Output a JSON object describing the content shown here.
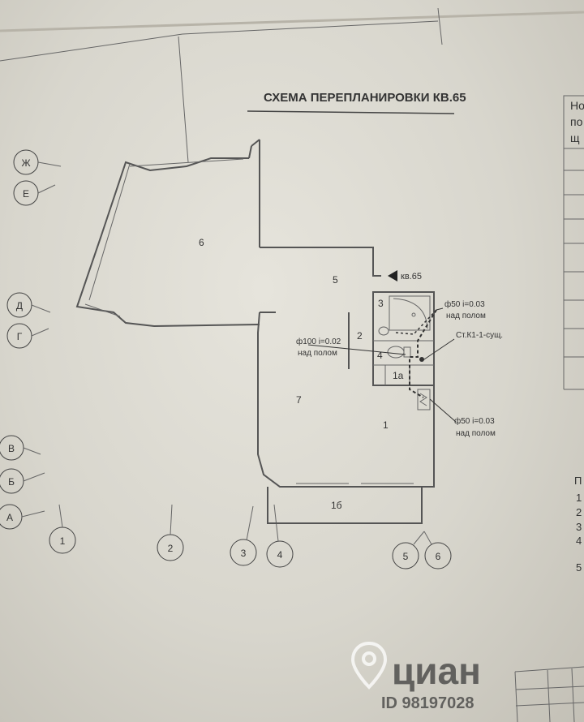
{
  "title": "СХЕМА ПЕРЕПЛАНИРОВКИ КВ.65",
  "apartment_marker": "кв.65",
  "axes_letters": [
    "Ж",
    "Е",
    "Д",
    "Г",
    "В",
    "Б",
    "А"
  ],
  "axes_numbers": [
    "1",
    "2",
    "3",
    "4",
    "5",
    "6"
  ],
  "rooms": {
    "r1": "1",
    "r1a": "1а",
    "r1b": "1б",
    "r2": "2",
    "r3": "3",
    "r4": "4",
    "r5": "5",
    "r6": "6",
    "r7": "7"
  },
  "notes": {
    "pipe_top_1": "ф50 i=0.03",
    "pipe_top_2": "над полом",
    "pipe_mid_1": "ф100 i=0.02",
    "pipe_mid_2": "над полом",
    "riser": "Ст.К1-1-сущ.",
    "pipe_bot_1": "ф50 i=0.03",
    "pipe_bot_2": "над полом"
  },
  "table_partial": [
    "Но",
    "по",
    "щ"
  ],
  "side_list_partial": [
    "П",
    "1",
    "2",
    "3",
    "4",
    "5"
  ],
  "watermark": {
    "brand": "циан",
    "id": "ID 98197028"
  }
}
